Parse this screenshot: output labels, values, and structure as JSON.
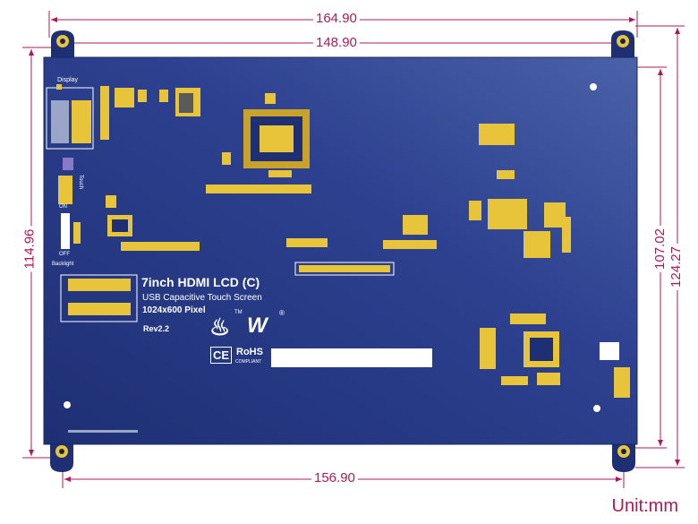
{
  "dimensions": {
    "outer_width": "164.90",
    "inner_width": "148.90",
    "bottom_width": "156.90",
    "left_height": "114.96",
    "inner_height": "107.02",
    "outer_height": "124.27"
  },
  "unit_label": "Unit:mm",
  "board": {
    "title": "7inch HDMI LCD (C)",
    "line1": "USB  Capacitive Touch Screen",
    "line2": "1024x600 Pixel",
    "revision": "Rev2.2",
    "display_label": "Display",
    "touch_label": "Touch",
    "on_label": "ON",
    "off_label": "OFF",
    "backlight_label": "Backlight",
    "ce_mark": "CE",
    "rohs_label": "RoHS",
    "compliant_label": "COMPLIANT",
    "tm_mark": "TM",
    "reg_mark": "®"
  },
  "colors": {
    "dimension": "#b0185a",
    "board": "#2c3f86",
    "pad": "#e8c43a"
  }
}
